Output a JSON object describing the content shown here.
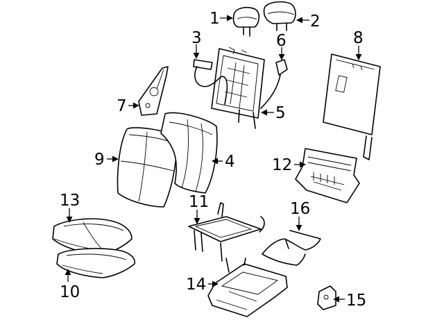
{
  "diagram": {
    "callouts": {
      "c1": "1",
      "c2": "2",
      "c3": "3",
      "c4": "4",
      "c5": "5",
      "c6": "6",
      "c7": "7",
      "c8": "8",
      "c9": "9",
      "c10": "10",
      "c11": "11",
      "c12": "12",
      "c13": "13",
      "c14": "14",
      "c15": "15",
      "c16": "16"
    },
    "ink_color": "#000000",
    "background_color": "#ffffff"
  }
}
